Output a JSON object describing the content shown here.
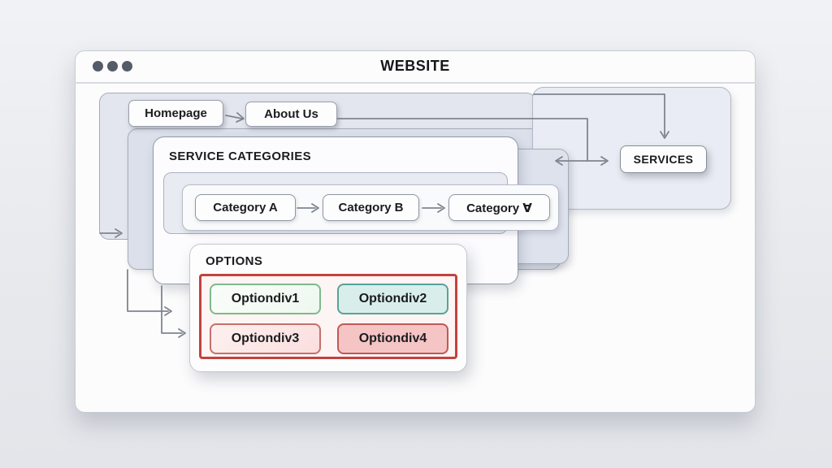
{
  "window": {
    "title": "WEBSITE",
    "controls": [
      "window-dot",
      "window-dot",
      "window-dot"
    ]
  },
  "nav": {
    "homepage_label": "Homepage",
    "about_label": "About Us"
  },
  "services_label": "SERVICES",
  "service_categories": {
    "title": "SERVICE CATEGORIES",
    "categories": [
      "Category A",
      "Category B",
      "Category Ɐ"
    ]
  },
  "options": {
    "title": "OPTIONS",
    "items": [
      {
        "label": "Optiondiv1",
        "border_color": "#7eba8b",
        "bg_color": "#f3faf4"
      },
      {
        "label": "Optiondiv2",
        "border_color": "#57a29a",
        "bg_color": "#d9eeeb"
      },
      {
        "label": "Optiondiv3",
        "border_color": "#c4706c",
        "bg_color": "#fce8e8"
      },
      {
        "label": "Optiondiv4",
        "border_color": "#bf5955",
        "bg_color": "#f5c4c4"
      }
    ],
    "group_border_color": "#c2423d"
  },
  "colors": {
    "connector": "#7f858f",
    "panel_fill": "#dde2ed",
    "window_bg": "#fcfcfd",
    "title_color": "#16171a"
  }
}
